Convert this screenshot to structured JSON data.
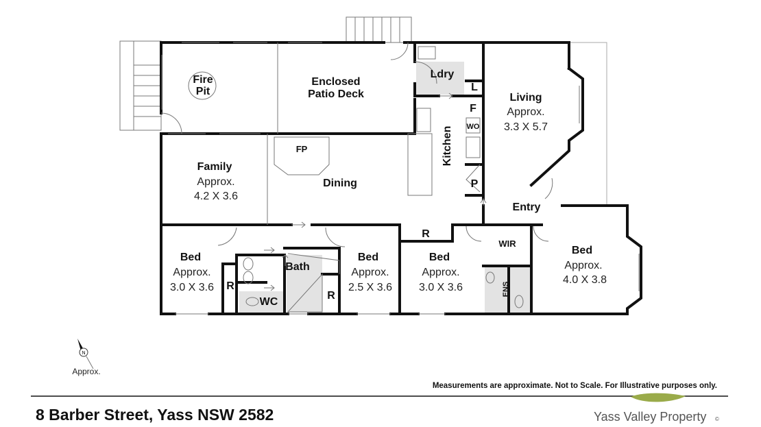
{
  "rooms": {
    "fire_pit": {
      "line1": "Fire",
      "line2": "Pit"
    },
    "patio": {
      "line1": "Enclosed",
      "line2": "Patio Deck"
    },
    "laundry": {
      "name": "Ldry",
      "linen": "L"
    },
    "kitchen": {
      "name": "Kitchen",
      "fridge": "F",
      "wall_oven": "WO",
      "pantry": "P"
    },
    "living": {
      "name": "Living",
      "approx": "Approx.",
      "size": "3.3 X 5.7"
    },
    "family": {
      "name": "Family",
      "approx": "Approx.",
      "size": "4.2 X 3.6"
    },
    "dining": {
      "name": "Dining",
      "fireplace": "FP"
    },
    "entry": {
      "name": "Entry"
    },
    "bed1": {
      "name": "Bed",
      "approx": "Approx.",
      "size": "3.0 X 3.6",
      "robe": "R"
    },
    "bath": {
      "name": "Bath",
      "wc": "WC"
    },
    "bed2": {
      "name": "Bed",
      "approx": "Approx.",
      "size": "2.5 X 3.6",
      "robe": "R"
    },
    "bed3": {
      "name": "Bed",
      "approx": "Approx.",
      "size": "3.0 X 3.6",
      "robe": "R"
    },
    "master": {
      "name": "Bed",
      "approx": "Approx.",
      "size": "4.0 X 3.8",
      "wir": "WIR",
      "ensuite": "ENS"
    }
  },
  "compass": {
    "north": "N",
    "label": "Approx."
  },
  "footer": {
    "disclaimer": "Measurements are approximate. Not to Scale. For Illustrative purposes only.",
    "address": "8 Barber Street, Yass NSW 2582",
    "brand": "Yass Valley Property",
    "brand_mark": "©"
  },
  "colors": {
    "brand_leaf": "#9aab4a",
    "walls": "#111111"
  }
}
